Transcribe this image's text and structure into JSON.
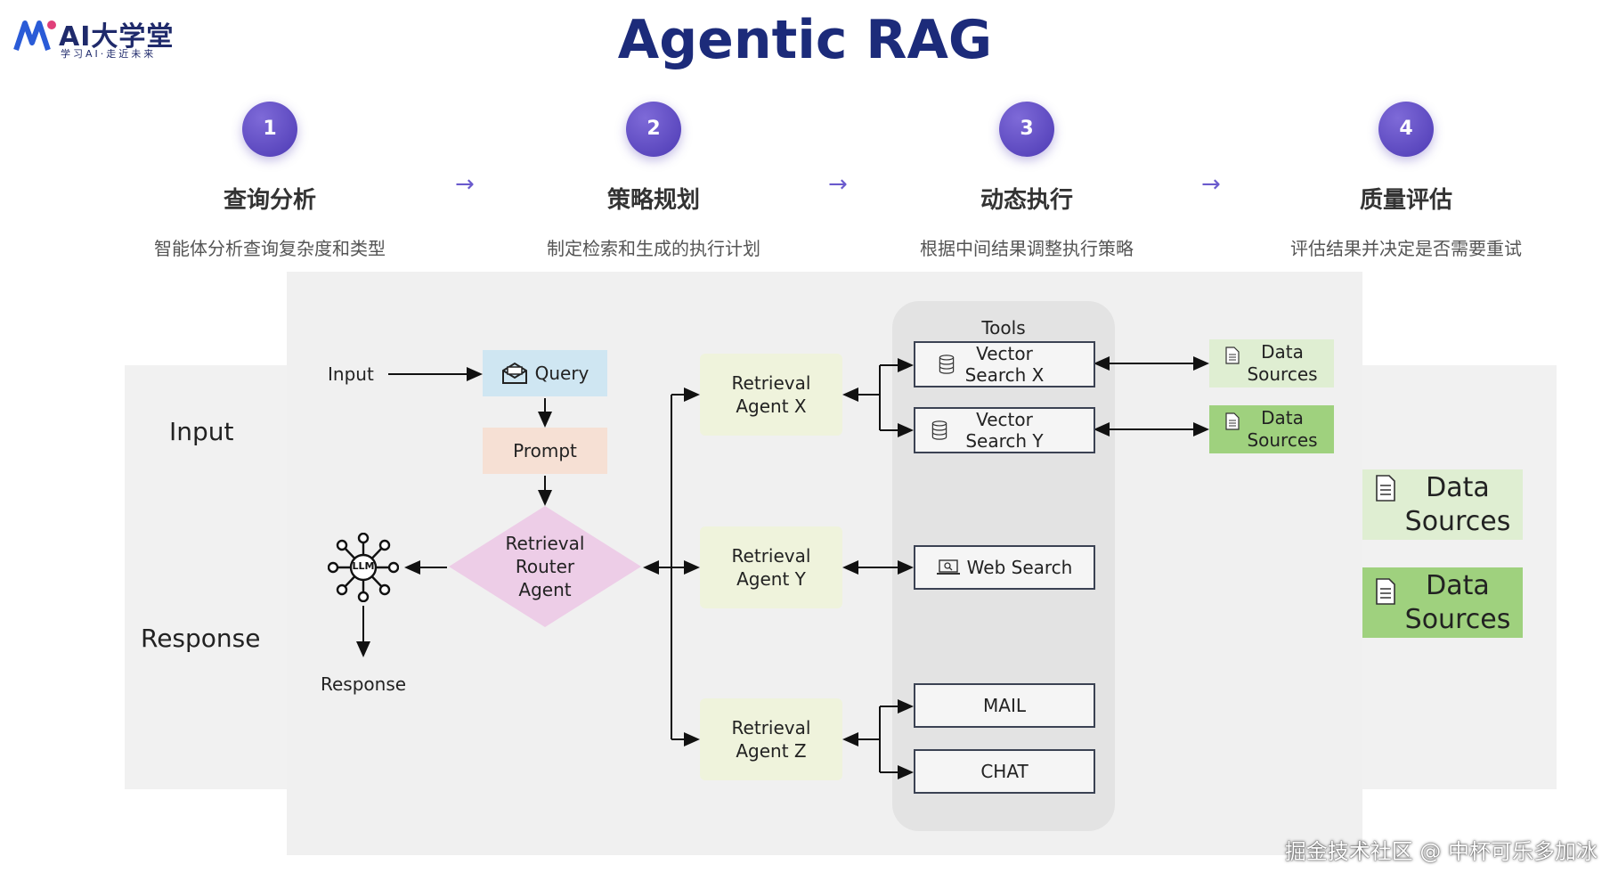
{
  "logo": {
    "text": "AI大学堂",
    "subtitle": "学习AI·走近未来"
  },
  "title": "Agentic RAG",
  "steps": [
    {
      "num": "1",
      "title": "查询分析",
      "desc": "智能体分析查询复杂度和类型"
    },
    {
      "num": "2",
      "title": "策略规划",
      "desc": "制定检索和生成的执行计划"
    },
    {
      "num": "3",
      "title": "动态执行",
      "desc": "根据中间结果调整执行策略"
    },
    {
      "num": "4",
      "title": "质量评估",
      "desc": "评估结果并决定是否需要重试"
    }
  ],
  "arrow_glyph": "→",
  "diagram": {
    "side_input": "Input",
    "side_response": "Response",
    "input_label": "Input",
    "query": "Query",
    "prompt": "Prompt",
    "router": [
      "Retrieval",
      "Router",
      "Agent"
    ],
    "llm": "LLM",
    "response_label": "Response",
    "agents": [
      [
        "Retrieval",
        "Agent X"
      ],
      [
        "Retrieval",
        "Agent Y"
      ],
      [
        "Retrieval",
        "Agent Z"
      ]
    ],
    "tools_title": "Tools",
    "tools": {
      "vx": [
        "Vector",
        "Search X"
      ],
      "vy": [
        "Vector",
        "Search Y"
      ],
      "web": "Web Search",
      "mail": "MAIL",
      "chat": "CHAT"
    },
    "data_sources": [
      "Data",
      "Sources"
    ]
  },
  "colors": {
    "title": "#1c2b7a",
    "step_circle": "#5a46c0",
    "ds_light": "#dfeed2",
    "ds_green": "#9fd17e"
  },
  "watermark": "掘金技术社区 @ 中杯可乐多加冰"
}
